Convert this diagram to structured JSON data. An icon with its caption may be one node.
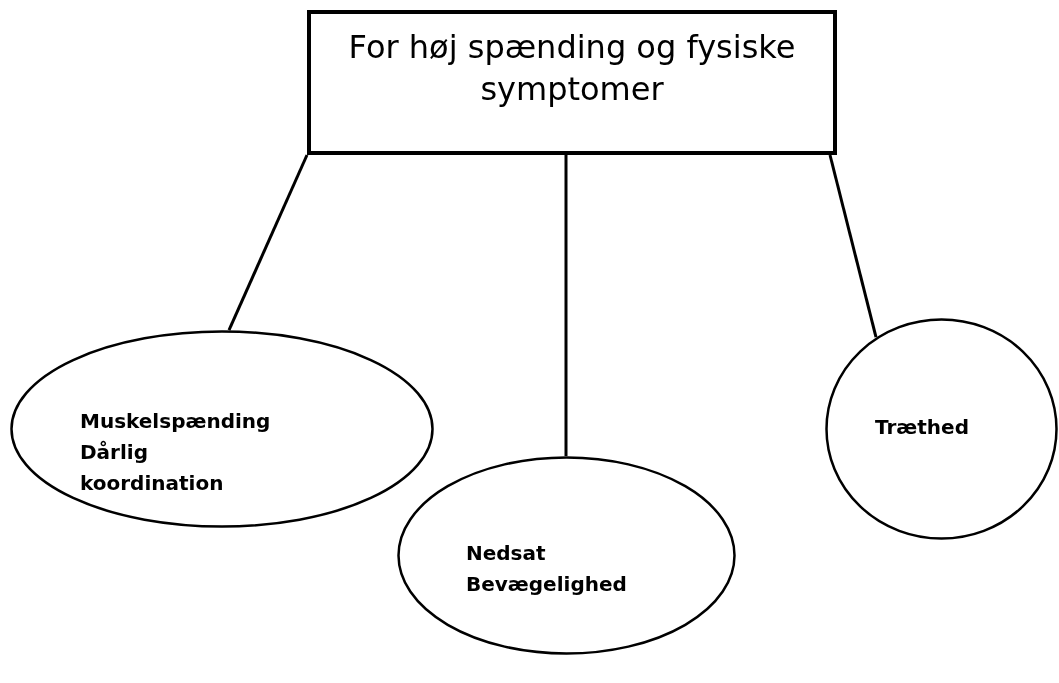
{
  "diagram": {
    "nodes": [
      {
        "text": [
          "For høj spænding og fysiske symptomer"
        ]
      },
      {
        "text": [
          "Muskelspænding",
          "Dårlig koordination"
        ]
      },
      {
        "text": [
          "Nedsat Bevægelighed"
        ]
      },
      {
        "text": [
          "Træthed"
        ]
      }
    ],
    "edges": [
      {
        "from": 0,
        "to": 1,
        "arrow": "none"
      },
      {
        "from": 0,
        "to": 2,
        "arrow": "none"
      },
      {
        "from": 0,
        "to": 3,
        "arrow": "none"
      }
    ]
  }
}
